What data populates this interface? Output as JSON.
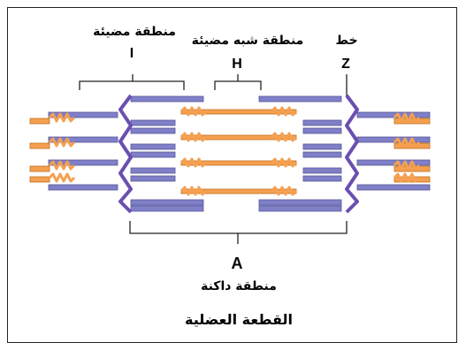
{
  "labels": {
    "i_band_name": "منطقة مضيئة",
    "i_band_letter": "I",
    "h_zone_name": "منطقة شبه مضيئة",
    "h_zone_letter": "H",
    "z_line_name": "خط",
    "z_line_letter": "Z",
    "a_band_letter": "A",
    "a_band_name": "منطقة داكنة",
    "sarcomere_name": "القطعة العضلية"
  },
  "colors": {
    "thin_filament": "#8080c8",
    "thin_filament_edge": "#555599",
    "thick_filament": "#f5a050",
    "thick_filament_edge": "#c07020",
    "z_line": "#6a4fb0",
    "bracket": "#222222",
    "frame": "#222222"
  }
}
